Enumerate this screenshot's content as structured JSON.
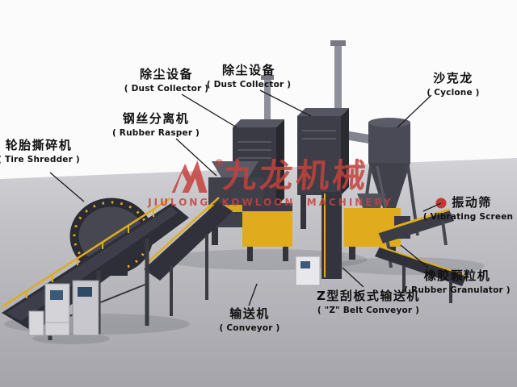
{
  "page": {
    "background": "#fbfbfc",
    "floor": "#b5b5ba"
  },
  "watermark": {
    "registered": "®",
    "brand_zh": "九龙机械",
    "brand_en": "JIULONG  KOWLOON  MACHINERY",
    "color": "#c5423c"
  },
  "labels": {
    "tire_shredder": {
      "zh": "轮胎撕碎机",
      "en": "( Tire Shredder )"
    },
    "rubber_rasper": {
      "zh": "钢丝分离机",
      "en": "( Rubber Rasper )"
    },
    "dust_collector_1": {
      "zh": "除尘设备",
      "en": "( Dust Collector )"
    },
    "dust_collector_2": {
      "zh": "除尘设备",
      "en": "( Dust Collector )"
    },
    "cyclone": {
      "zh": "沙克龙",
      "en": "( Cyclone )"
    },
    "vibrating_screen": {
      "zh": "振动筛",
      "en": "( Vibrating Screen )"
    },
    "rubber_granulator": {
      "zh": "橡胶颗粒机",
      "en": "( Rubber Granulator )"
    },
    "z_belt_conveyor": {
      "zh": "Z型刮板式输送机",
      "en": "( \"Z\" Belt Conveyor )"
    },
    "conveyor": {
      "zh": "输送机",
      "en": "( Conveyor )"
    }
  },
  "colors": {
    "machine_dark": "#34343e",
    "machine_yellow": "#e0ac1e",
    "accent_red": "#c23a32",
    "label_text": "#111111"
  }
}
